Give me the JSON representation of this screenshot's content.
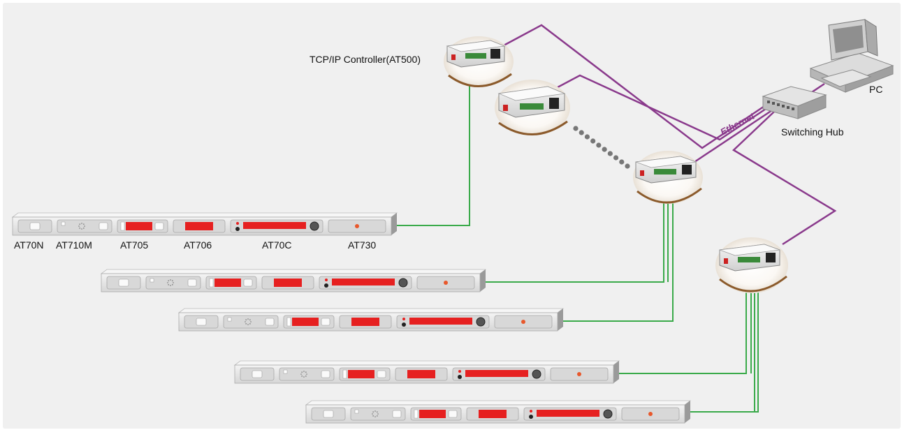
{
  "controller_label": "TCP/IP Controller(AT500)",
  "pc_label": "PC",
  "hub_label": "Switching Hub",
  "ethernet_label": "Ethernet",
  "module_labels": [
    "AT70N",
    "AT710M",
    "AT705",
    "AT706",
    "AT70C",
    "AT730"
  ],
  "colors": {
    "ethernet_cable": "#8a3a8c",
    "control_cable": "#3aaa4a",
    "ellipse_ring": "#8b5a2b",
    "rack_body": "#e8e8e8",
    "display_red": "#e62020"
  },
  "icons": [
    "controller-device",
    "switching-hub",
    "pc-computer",
    "rack-unit"
  ]
}
